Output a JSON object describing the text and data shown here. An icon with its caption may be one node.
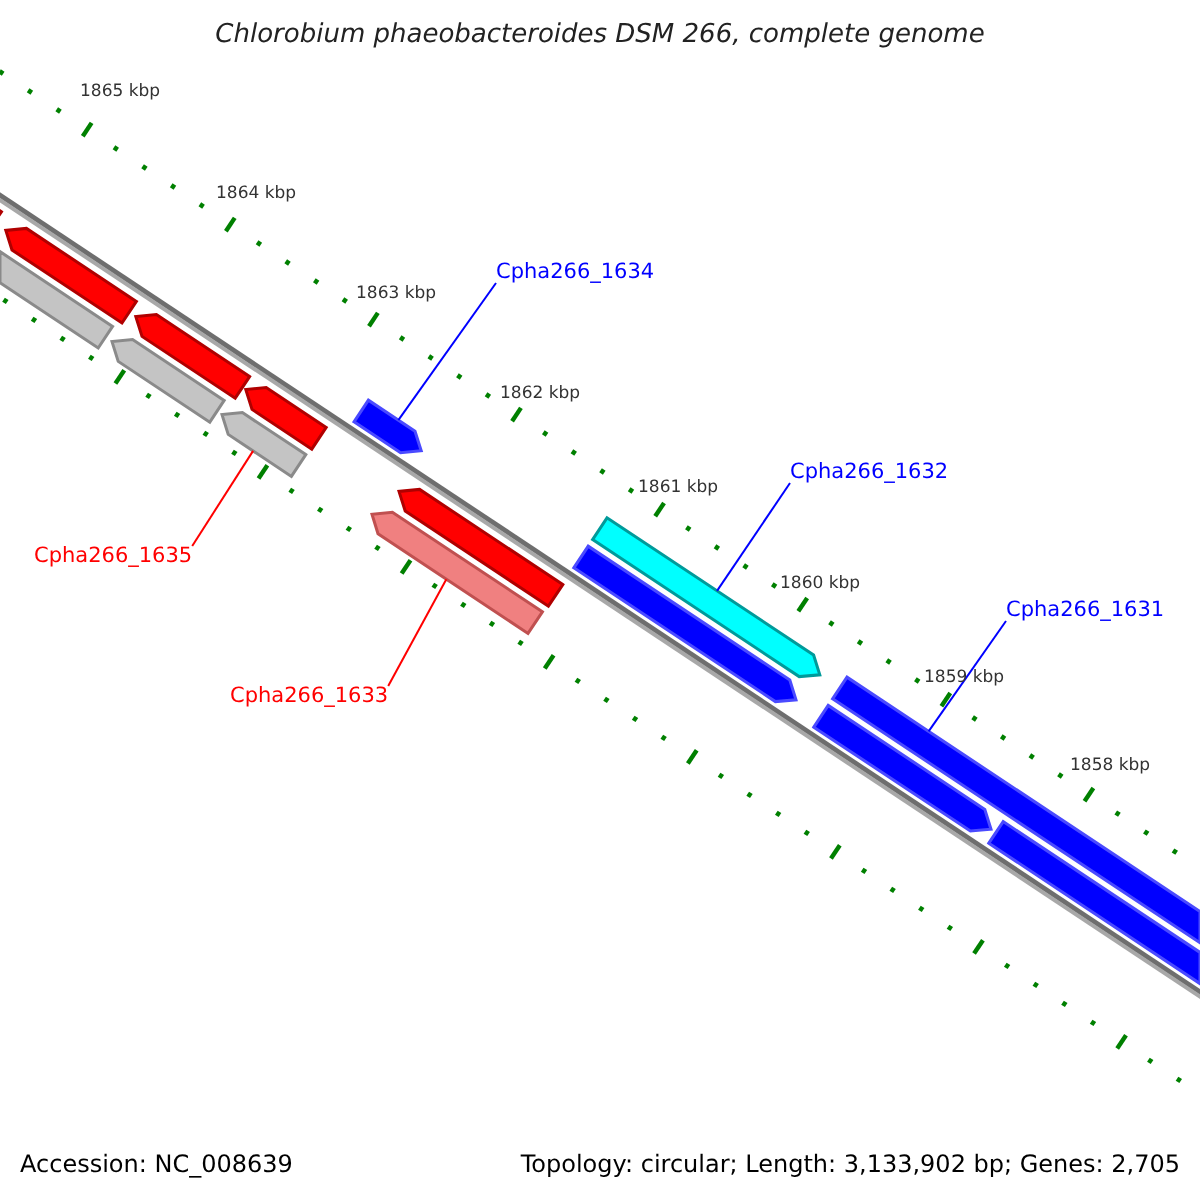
{
  "diagram": {
    "title": "Chlorobium phaeobacteroides DSM 266, complete genome",
    "nodes": [
      {
        "text": [
          "Cpha266_1634"
        ]
      },
      {
        "text": [
          "Cpha266_1632"
        ]
      },
      {
        "text": [
          "Cpha266_1635"
        ]
      },
      {
        "text": [
          "Cpha266_1631"
        ]
      },
      {
        "text": [
          "Cpha266_1633"
        ]
      },
      {
        "text": [],
        "shape": "bar"
      },
      {
        "text": [],
        "shape": "bar"
      },
      {
        "text": [],
        "shape": "bar"
      },
      {
        "text": [],
        "shape": "bar"
      },
      {
        "text": [],
        "shape": "bar"
      },
      {
        "text": [],
        "shape": "bar"
      },
      {
        "text": [],
        "shape": "bar"
      },
      {
        "text": [],
        "shape": "bar"
      },
      {
        "text": [],
        "shape": "bar"
      },
      {
        "text": [],
        "shape": "bar"
      },
      {
        "text": [],
        "shape": "bar"
      },
      {
        "text": [],
        "shape": "bar"
      },
      {
        "text": [],
        "shape": "bar"
      },
      {
        "text": [],
        "shape": "bar"
      },
      {
        "text": [],
        "shape": "bar"
      }
    ],
    "edges": [
      {
        "from": 0,
        "to": 5,
        "arrow": "none"
      },
      {
        "from": 1,
        "to": 6,
        "arrow": "none"
      },
      {
        "from": 2,
        "to": 7,
        "arrow": "none",
        "color": "#ff0000"
      },
      {
        "from": 3,
        "to": 8,
        "arrow": "none"
      },
      {
        "from": 4,
        "to": 9,
        "arrow": "none",
        "color": "#ff0000"
      }
    ],
    "labels": [
      "1865 kbp",
      "1864 kbp",
      "1863 kbp",
      "1862 kbp",
      "1861 kbp",
      "1860 kbp",
      "1859 kbp",
      "1858 kbp",
      "Accession: NC_008639",
      "Topology: circular; Length: 3,133,902 bp; Genes: 2,705"
    ]
  }
}
